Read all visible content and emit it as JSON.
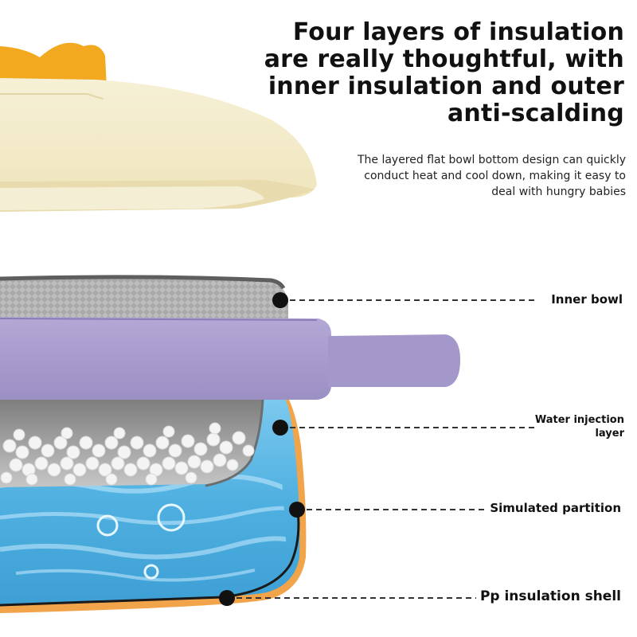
{
  "heading": {
    "lines": [
      "Four layers of insulation",
      "are really thoughtful, with",
      "inner insulation and outer",
      "anti-scalding"
    ]
  },
  "description": {
    "lines": [
      "The layered flat bowl bottom design can quickly",
      "conduct heat and cool down, making it easy to",
      "deal with hungry babies"
    ]
  },
  "callouts": {
    "inner_bowl": "Inner bowl",
    "water_injection_line1": "Water injection",
    "water_injection_line2": "layer",
    "simulated_partition": "Simulated partition",
    "pp_shell": "Pp insulation shell"
  },
  "colors": {
    "lid": "#f3ecc9",
    "lid_handle": "#f2a81f",
    "band": "#a99ccb",
    "water": "#5ab8e4",
    "shell_edge": "#f2a44a",
    "inner_bowl": "#9a9a9a"
  }
}
